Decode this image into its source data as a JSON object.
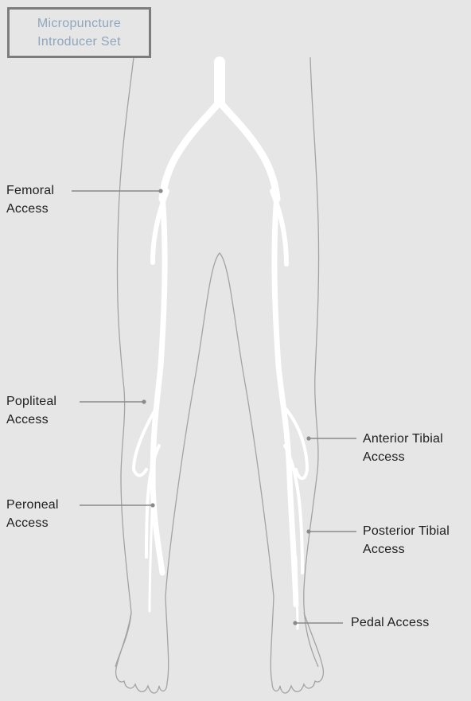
{
  "title": {
    "line1": "Micropuncture",
    "line2": "Introducer Set"
  },
  "labels": {
    "femoral": {
      "line1": "Femoral",
      "line2": "Access"
    },
    "popliteal": {
      "line1": "Popliteal",
      "line2": "Access"
    },
    "peroneal": {
      "line1": "Peroneal",
      "line2": "Access"
    },
    "anterior_tibial": {
      "line1": "Anterior Tibial",
      "line2": "Access"
    },
    "posterior_tibial": {
      "line1": "Posterior Tibial",
      "line2": "Access"
    },
    "pedal": {
      "line1": "Pedal Access"
    }
  },
  "colors": {
    "background": "#e6e6e6",
    "outline": "#9a9a9a",
    "vessel": "#ffffff",
    "leader": "#8a8a8a",
    "title_text": "#8fa6bd",
    "label_text": "#1d1d1d"
  }
}
